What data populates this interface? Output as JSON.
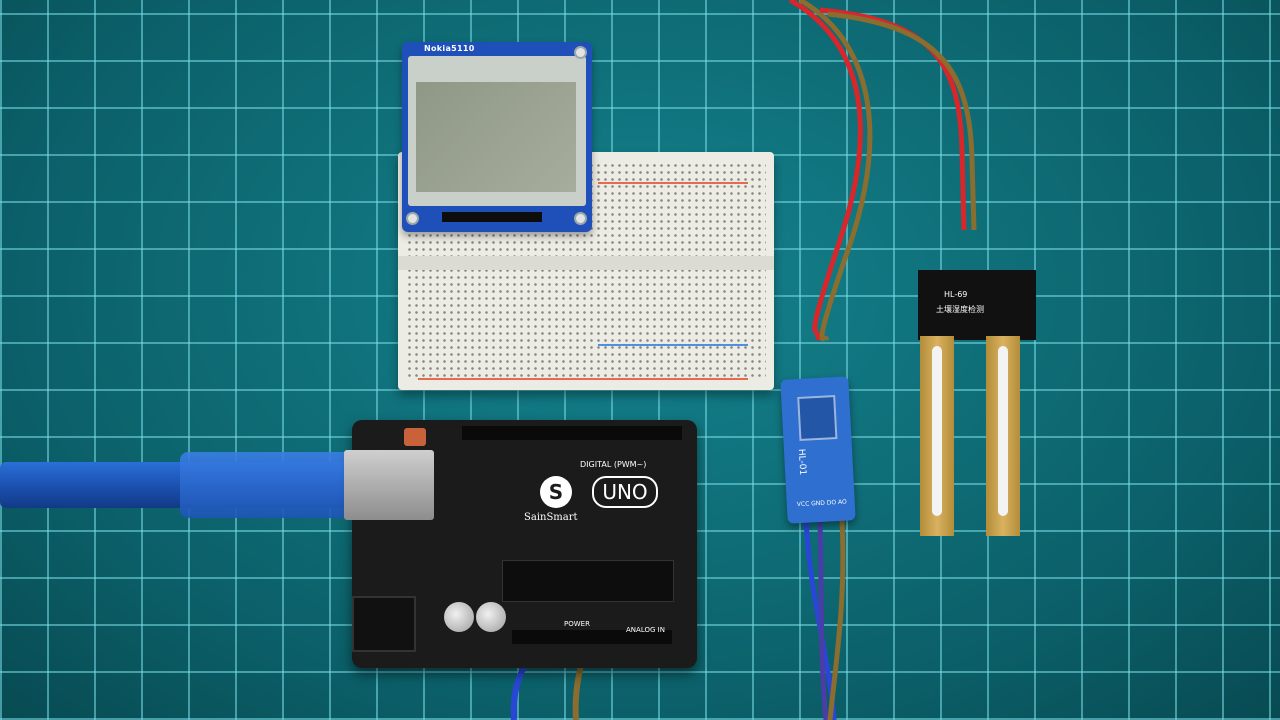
{
  "lcd_module": {
    "label": "Nokia5110"
  },
  "arduino": {
    "logo_letter": "S",
    "model": "UNO",
    "brand": "SainSmart",
    "digital_label": "DIGITAL (PWM~)",
    "analog_label": "ANALOG IN",
    "power_label": "POWER"
  },
  "sensor_module": {
    "label": "HL-01",
    "pins": "VCC GND DO AO"
  },
  "probe": {
    "label": "HL-69",
    "sublabel": "土壤湿度检测"
  },
  "colors": {
    "mat": "#0e6e78",
    "grid": "#78dce6",
    "board_blue": "#2f6fd0",
    "arduino": "#1b1b1b"
  }
}
